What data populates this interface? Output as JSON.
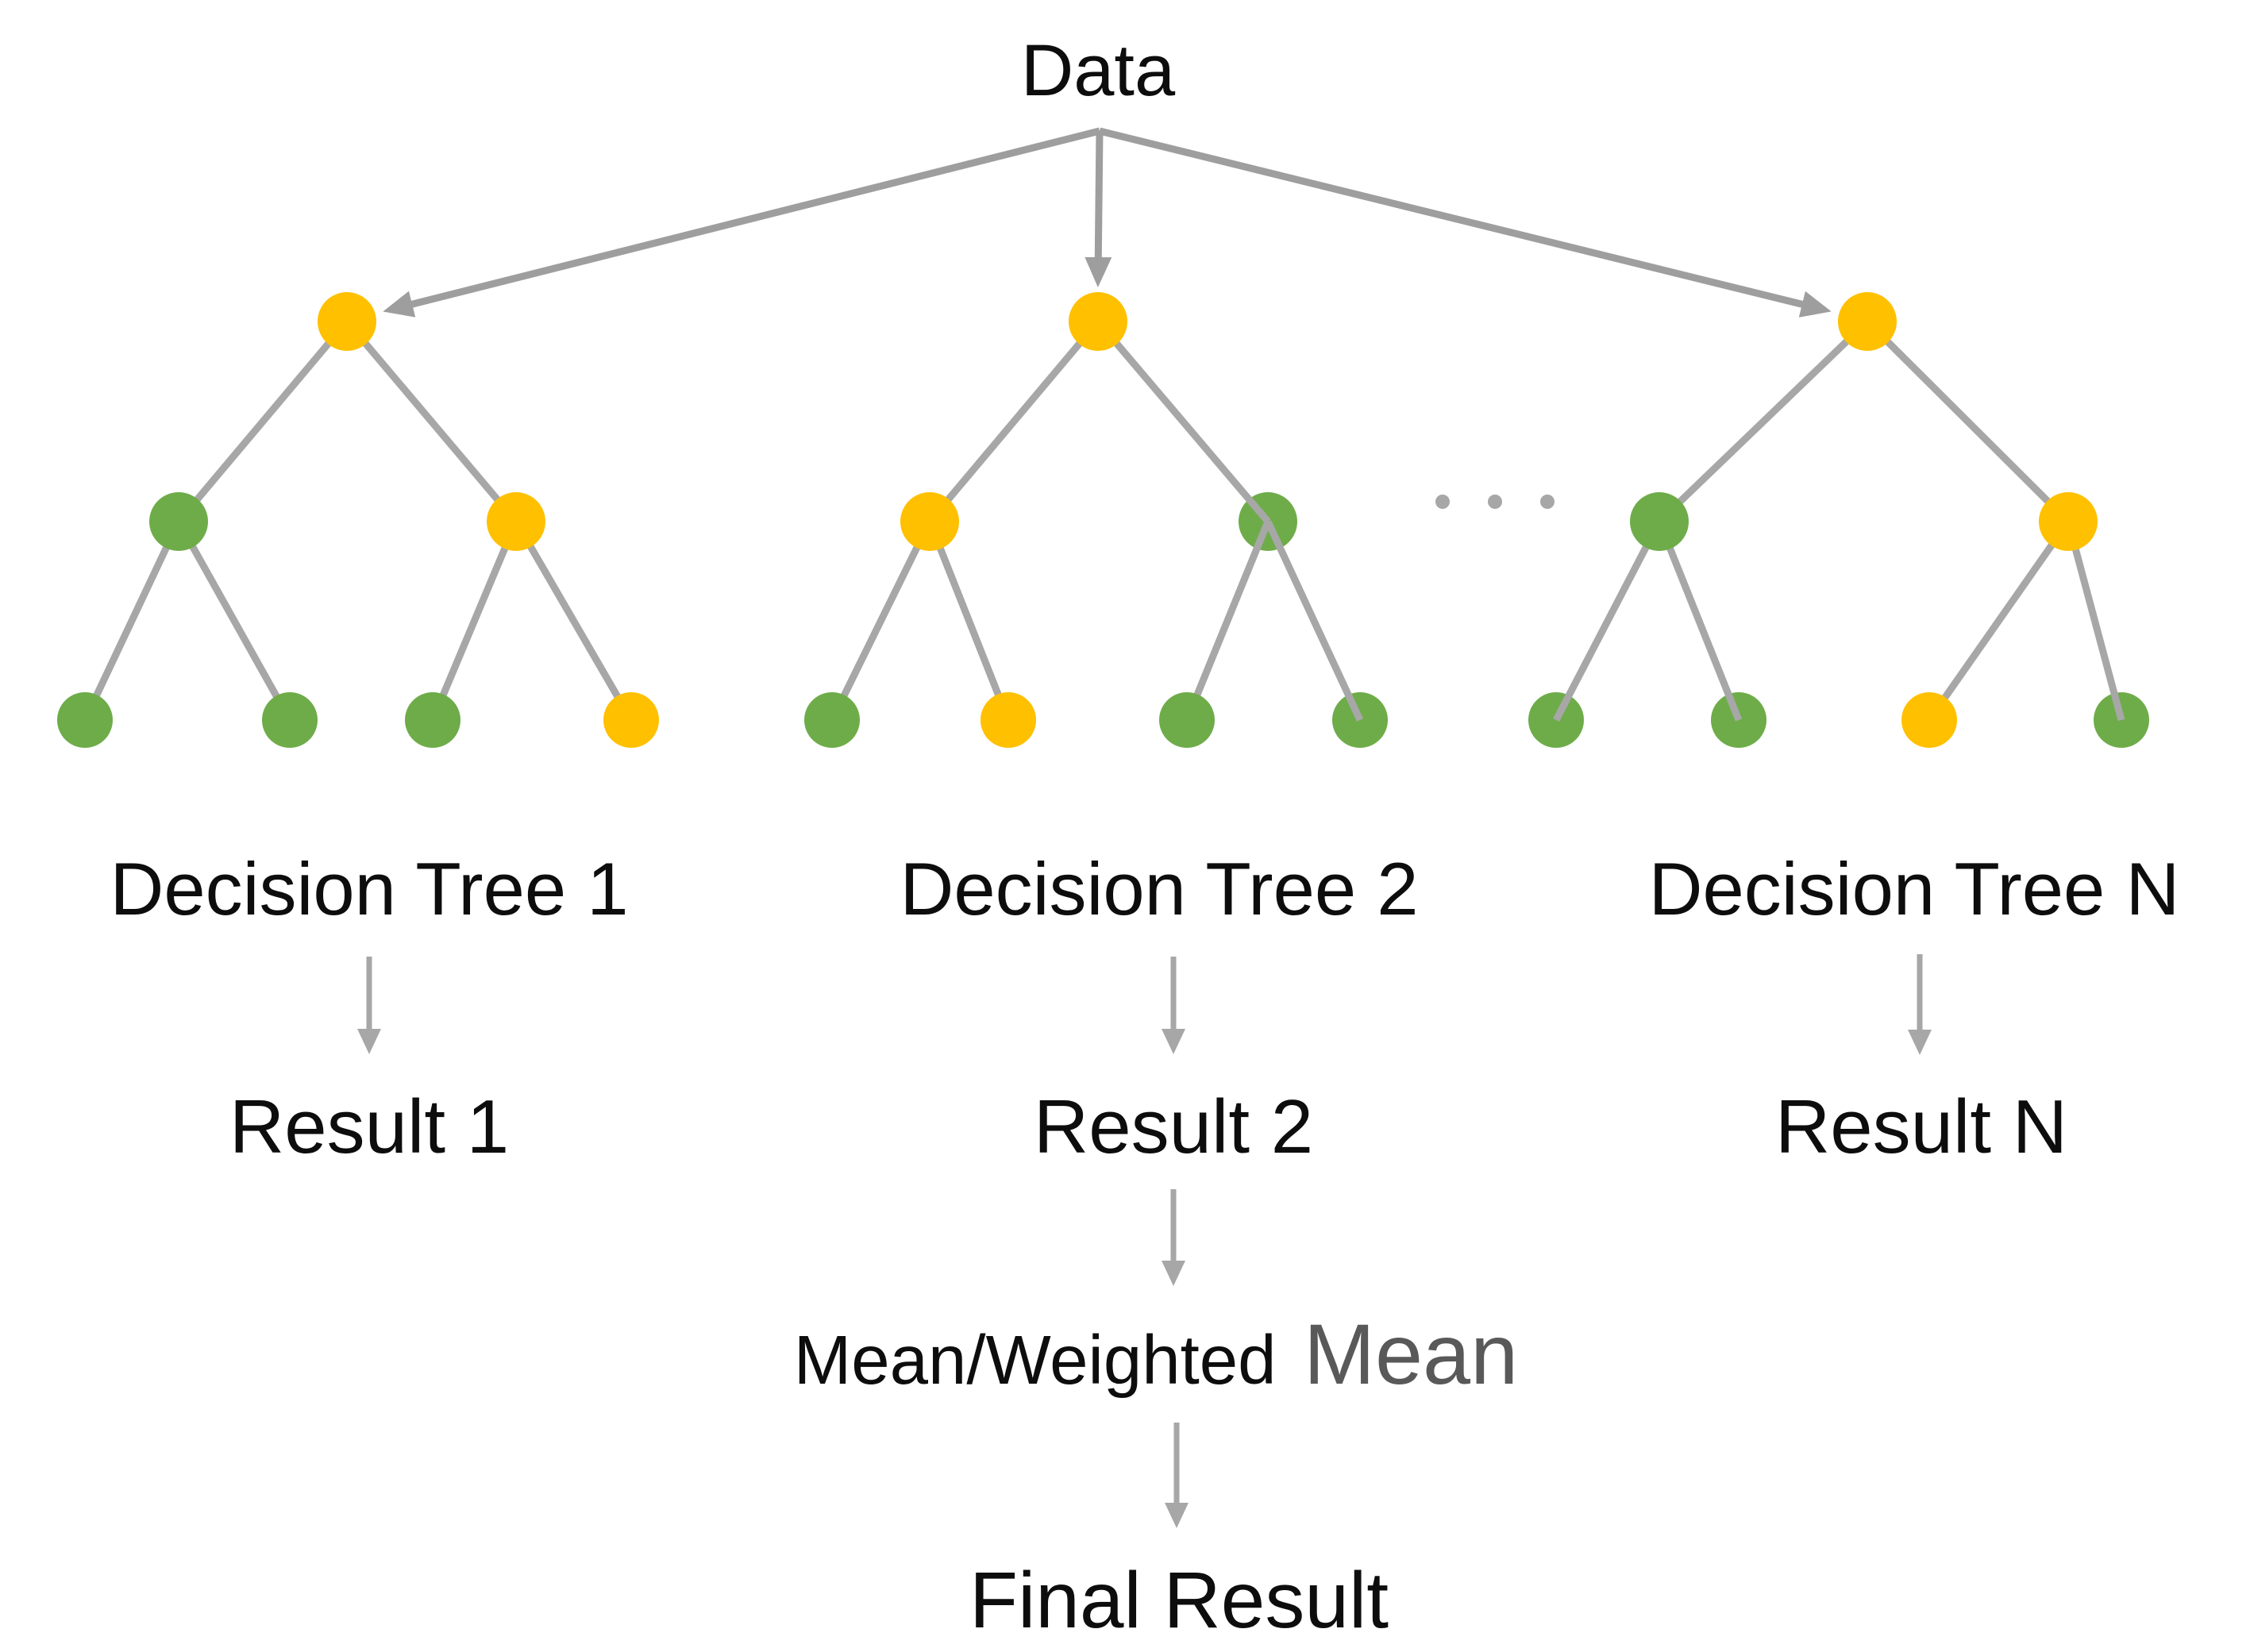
{
  "title": {
    "label": "Data"
  },
  "colors": {
    "yellow": "#FFC000",
    "green": "#6EAC49",
    "edge": "#A7A7A7",
    "arrow": "#9E9E9E",
    "text": "#0D0D0D",
    "mean_gray": "#595959"
  },
  "trees": [
    {
      "label": "Decision Tree 1",
      "result_label": "Result 1",
      "root": "yellow",
      "children": [
        "green",
        "yellow"
      ],
      "leaves": [
        "green",
        "green",
        "green",
        "yellow"
      ]
    },
    {
      "label": "Decision Tree 2",
      "result_label": "Result 2",
      "root": "yellow",
      "children": [
        "yellow",
        "green"
      ],
      "leaves": [
        "green",
        "yellow",
        "green",
        "green"
      ]
    },
    {
      "label": "Decision Tree N",
      "result_label": "Result N",
      "root": "yellow",
      "children": [
        "green",
        "yellow"
      ],
      "leaves": [
        "green",
        "green",
        "yellow",
        "green"
      ]
    }
  ],
  "ellipsis": {
    "count": 3
  },
  "aggregate": {
    "mean_label": "Mean/Weighted",
    "mean_label_emphasis": "Mean",
    "final_label": "Final Result"
  }
}
